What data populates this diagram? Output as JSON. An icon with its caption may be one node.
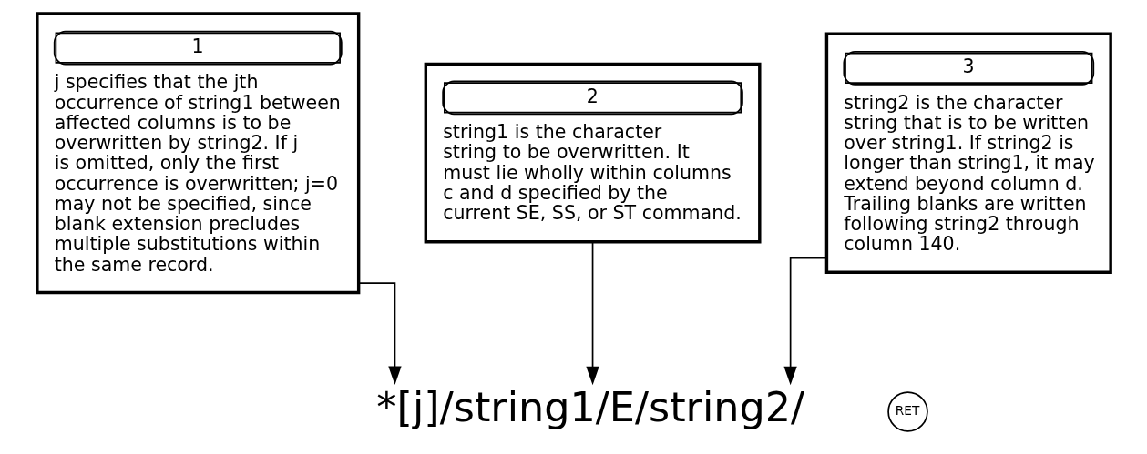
{
  "diagram": {
    "nodes": [
      {
        "text": [
          "1",
          "j specifies that the jth occurrence of string1 between affected columns is to be overwritten by string2. If j is omitted, only the first occurrence is overwritten; j=0 may not be specified, since blank extension precludes multiple substitutions within the same record."
        ]
      },
      {
        "text": [
          "2",
          "string1 is the character string to be overwritten. It must lie wholly within columns c and d specified by the current SE, SS, or ST command."
        ]
      },
      {
        "text": [
          "3",
          "string2 is the character string that is to be written over string1. If string2 is longer than string1, it may extend beyond column d. Trailing blanks are written following string2 through column 140."
        ]
      },
      {
        "text": [
          "*[j]/string1/E/string2/"
        ]
      },
      {
        "text": [
          "RET"
        ]
      }
    ],
    "edges": [
      {
        "from": 0,
        "to": 3,
        "arrow": "to"
      },
      {
        "from": 1,
        "to": 3,
        "arrow": "to"
      },
      {
        "from": 2,
        "to": 3,
        "arrow": "to"
      }
    ]
  }
}
